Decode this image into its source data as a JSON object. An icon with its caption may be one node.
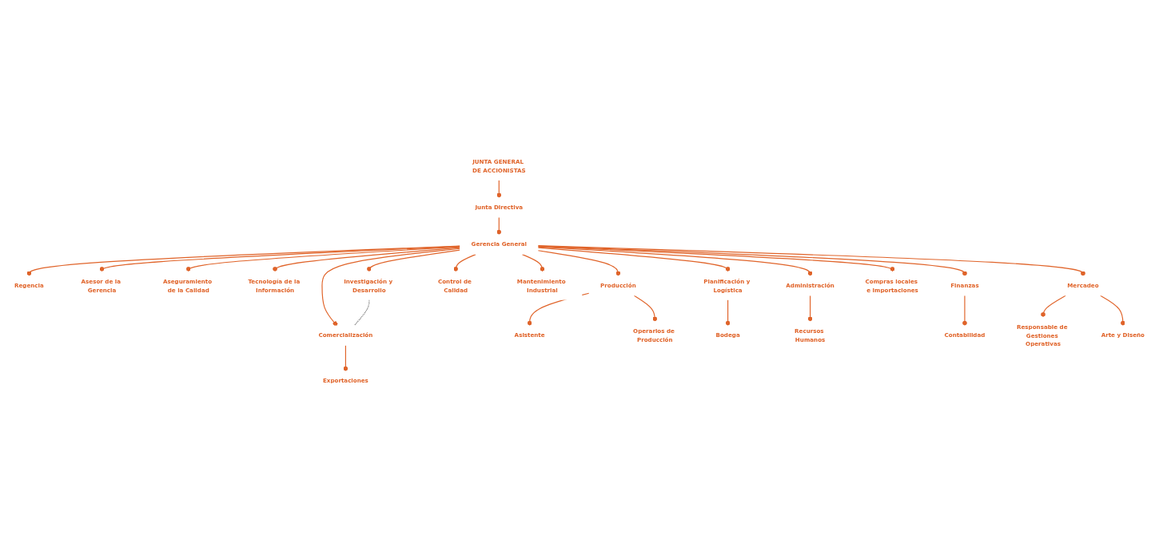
{
  "diagram": {
    "nodes": [
      {
        "text": [
          "JUNTA GENERAL DE ACCIONISTAS"
        ]
      },
      {
        "text": [
          "Junta Directiva"
        ]
      },
      {
        "text": [
          "Gerencia General"
        ]
      },
      {
        "text": [
          "Regencia"
        ]
      },
      {
        "text": [
          "Asesor de la Gerencia"
        ]
      },
      {
        "text": [
          "Aseguramiento de la Calidad"
        ]
      },
      {
        "text": [
          "Tecnología de la Información"
        ]
      },
      {
        "text": [
          "Investigación y Desarrollo"
        ]
      },
      {
        "text": [
          "Producción"
        ]
      },
      {
        "text": [
          "Control de Calidad"
        ]
      },
      {
        "text": [
          "Mantenimiento Industrial"
        ]
      },
      {
        "text": [
          "Planificación y Logística"
        ]
      },
      {
        "text": [
          "Administración"
        ]
      },
      {
        "text": [
          "Finanzas"
        ]
      },
      {
        "text": [
          "Compras locales e importaciones"
        ]
      },
      {
        "text": [
          "Mercadeo"
        ]
      },
      {
        "text": [
          "Comercialización"
        ]
      },
      {
        "text": [
          "Asistente"
        ]
      },
      {
        "text": [
          "Operarios de Producción"
        ]
      },
      {
        "text": [
          "Bodega"
        ]
      },
      {
        "text": [
          "Recursos Humanos"
        ]
      },
      {
        "text": [
          "Contabilidad"
        ]
      },
      {
        "text": [
          "Responsable de Gestiones Operativas"
        ]
      },
      {
        "text": [
          "Arte y Diseño"
        ]
      },
      {
        "text": [
          "Exportaciones"
        ]
      }
    ],
    "edges": [
      {
        "from": 0,
        "to": 1,
        "arrow": "other"
      },
      {
        "from": 1,
        "to": 2,
        "arrow": "other"
      },
      {
        "from": 2,
        "to": 3,
        "arrow": "other"
      },
      {
        "from": 2,
        "to": 4,
        "arrow": "other"
      },
      {
        "from": 2,
        "to": 5,
        "arrow": "other"
      },
      {
        "from": 2,
        "to": 6,
        "arrow": "other"
      },
      {
        "from": 2,
        "to": 7,
        "arrow": "other"
      },
      {
        "from": 2,
        "to": 8,
        "arrow": "other"
      },
      {
        "from": 2,
        "to": 9,
        "arrow": "other"
      },
      {
        "from": 2,
        "to": 10,
        "arrow": "other"
      },
      {
        "from": 2,
        "to": 11,
        "arrow": "other"
      },
      {
        "from": 2,
        "to": 12,
        "arrow": "other"
      },
      {
        "from": 2,
        "to": 13,
        "arrow": "other"
      },
      {
        "from": 2,
        "to": 14,
        "arrow": "other"
      },
      {
        "from": 2,
        "to": 15,
        "arrow": "other"
      },
      {
        "from": 2,
        "to": 16,
        "arrow": "other"
      },
      {
        "from": 8,
        "to": 17,
        "arrow": "other"
      },
      {
        "from": 8,
        "to": 18,
        "arrow": "other"
      },
      {
        "from": 11,
        "to": 19,
        "arrow": "other"
      },
      {
        "from": 12,
        "to": 20,
        "arrow": "other"
      },
      {
        "from": 13,
        "to": 21,
        "arrow": "other"
      },
      {
        "from": 15,
        "to": 22,
        "arrow": "other"
      },
      {
        "from": 15,
        "to": 23,
        "arrow": "other"
      },
      {
        "from": 16,
        "to": 24,
        "arrow": "other"
      },
      {
        "from": 7,
        "to": 16,
        "arrow": "none",
        "style": "dashed",
        "color": "#666666"
      }
    ]
  }
}
